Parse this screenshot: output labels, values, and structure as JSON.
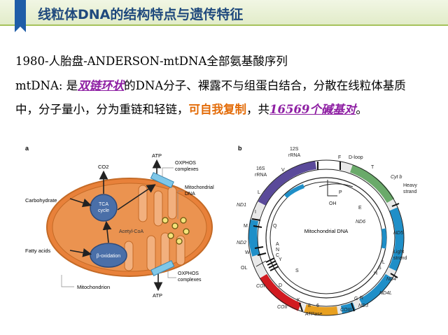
{
  "slide": {
    "title": "线粒体DNA的结构特点与遗传特征",
    "line1": "1980-人胎盘-ANDERSON-mtDNA全部氨基酸序列",
    "line2_prefix": "mtDNA: 是",
    "line2_em": "双链环状",
    "line2_suffix": "的DNA分子、裸露不与组蛋白结合，分散在线粒体基质",
    "line3_prefix": "中，分子量小，分为重链和轻链，",
    "line3_em1": "可自我复制",
    "line3_mid": "，共",
    "line3_em2": "16569个碱基对",
    "line3_end": "。",
    "accent_color": "#a6c25b",
    "title_color": "#1f497d"
  },
  "figure_a": {
    "panel_label": "a",
    "co2": "CO2",
    "atp_top": "ATP",
    "atp_bottom": "ATP",
    "carbohydrate": "Carbohydrate",
    "tca": "TCA",
    "cycle": "cycle",
    "acetyl_coa": "Acetyl-CoA",
    "fatty_acids": "Fatty acids",
    "beta_oxidation": "β-oxidation",
    "oxphos_top_1": "OXPHOS",
    "oxphos_top_2": "complexes",
    "mito_dna_1": "Mitochondrial",
    "mito_dna_2": "DNA",
    "oxphos_bottom_1": "OXPHOS",
    "oxphos_bottom_2": "complexes",
    "mitochondrion": "Mitochondrion"
  },
  "figure_b": {
    "panel_label": "b",
    "rrna12_1": "12S",
    "rrna12_2": "rRNA",
    "rrna16_1": "16S",
    "rrna16_2": "rRNA",
    "dloop": "D-loop",
    "cytb": "Cyt b",
    "heavy_1": "Heavy",
    "heavy_2": "strand",
    "light_1": "Light",
    "light_2": "strand",
    "center": "Mitochondrial DNA",
    "oh": "OH",
    "ol": "OL",
    "nd1": "ND1",
    "nd2": "ND2",
    "nd3": "ND3",
    "nd4": "ND4",
    "nd4l": "ND4L",
    "nd5": "ND5",
    "nd6": "ND6",
    "coi": "COI",
    "coii": "COII",
    "coiii": "COIII",
    "atpase": "ATPase",
    "atp8": "8",
    "atp6": "6",
    "trna_v": "V",
    "trna_f": "F",
    "trna_t": "T",
    "trna_p": "P",
    "trna_l1": "L",
    "trna_i": "I",
    "trna_m": "M",
    "trna_q": "Q",
    "trna_w": "W",
    "trna_a": "A",
    "trna_n": "N",
    "trna_c": "C",
    "trna_y": "Y",
    "trna_s1": "S",
    "trna_d": "D",
    "trna_k": "K",
    "trna_g": "G",
    "trna_r": "R",
    "trna_h": "H",
    "trna_s2": "S",
    "trna_l2": "L",
    "trna_e": "E"
  }
}
